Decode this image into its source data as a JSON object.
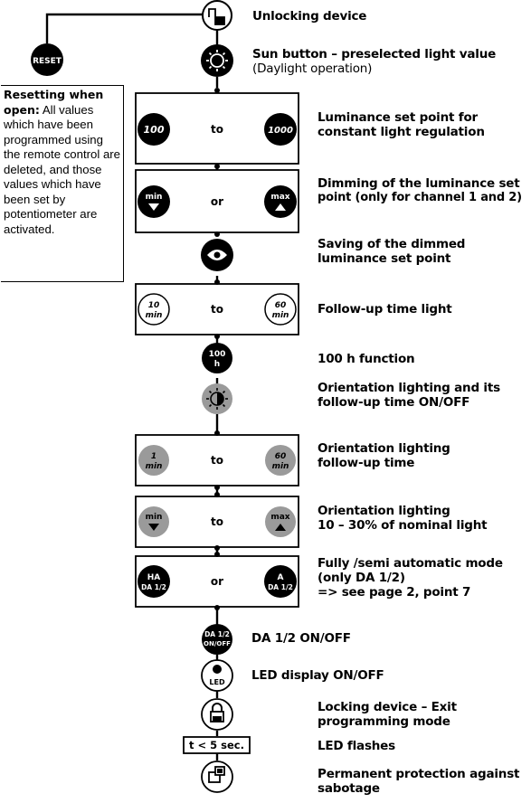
{
  "steps": {
    "unlocking": "Unlocking device",
    "sun_title": "Sun button – preselected light value",
    "sun_sub": "(Daylight operation)",
    "luminance_1": "Luminance set point for",
    "luminance_2": "constant light regulation",
    "dimming_1": "Dimming of the luminance set",
    "dimming_2": "point (only for channel 1 and 2)",
    "saving_1": "Saving of the dimmed",
    "saving_2": "luminance set point",
    "followup": "Follow-up time light",
    "h100": "100 h function",
    "orient1_1": "Orientation lighting and its",
    "orient1_2": "follow-up time ON/OFF",
    "orient2_1": "Orientation lighting",
    "orient2_2": "follow-up time",
    "orient3_1": "Orientation lighting",
    "orient3_2": "10 – 30% of nominal light",
    "mode_1": "Fully /semi automatic mode",
    "mode_2": "(only DA 1/2)",
    "mode_3": "=> see page 2, point 7",
    "da": "DA 1/2 ON/OFF",
    "led": "LED display ON/OFF",
    "locking_1": "Locking device – Exit",
    "locking_2": "programming mode",
    "flashes": "LED flashes",
    "sabotage_1": "Permanent protection against",
    "sabotage_2": "sabotage"
  },
  "note": {
    "bold": "Resetting when open:",
    "text": "All values which have been programmed using the remote control are deleted, and those values which have been set by potentiometer are activated."
  },
  "buttons": {
    "reset": "RESET",
    "v100": "100",
    "v1000": "1000",
    "min": "min",
    "max": "max",
    "to": "to",
    "or": "or",
    "t10": "10",
    "t60": "60",
    "t1": "1",
    "h100_top": "100",
    "h100_bot": "h",
    "ha_top": "HA",
    "a_top": "A",
    "da12": "DA 1/2",
    "da_top": "DA 1/2",
    "da_bot": "ON/OFF",
    "led": "LED",
    "timer": "t < 5 sec."
  },
  "colors": {
    "black": "#000000",
    "grey": "#9a9a9a",
    "white": "#ffffff"
  }
}
